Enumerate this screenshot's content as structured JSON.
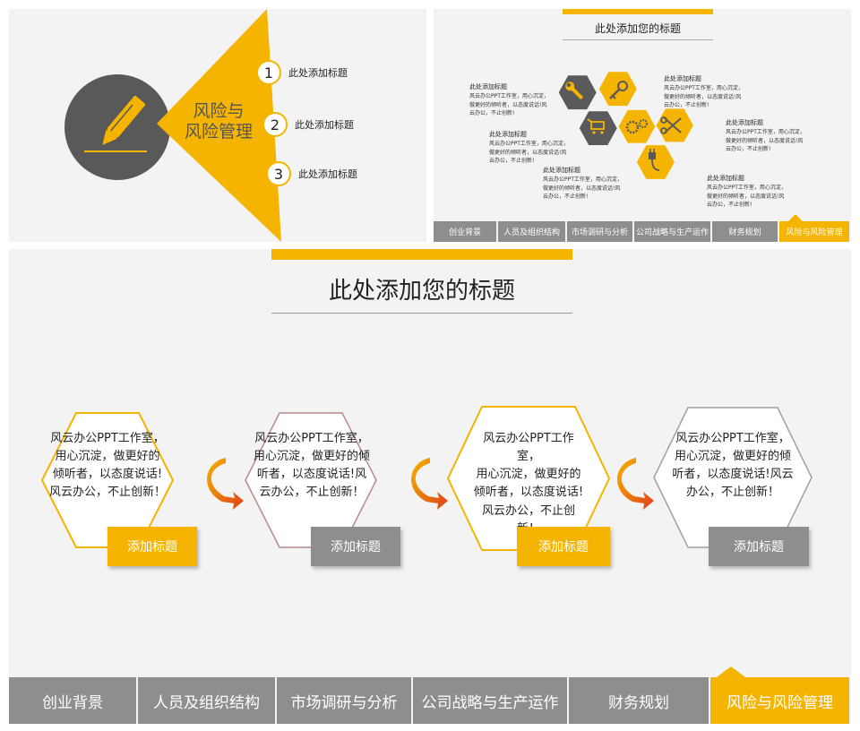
{
  "slide1": {
    "center_title_line1": "风险与",
    "center_title_line2": "风险管理",
    "items": [
      {
        "num": "1",
        "label": "此处添加标题"
      },
      {
        "num": "2",
        "label": "此处添加标题"
      },
      {
        "num": "3",
        "label": "此处添加标题"
      }
    ]
  },
  "slide2": {
    "title": "此处添加您的标题",
    "blocks": [
      {
        "title": "此处添加标题",
        "body": "风云办公PPT工作室，用心沉淀，做更好的倾听者，以态度说话!风云办公，不止创新!"
      },
      {
        "title": "此处添加标题",
        "body": "风云办公PPT工作室，用心沉淀，做更好的倾听者，以态度说话!风云办公，不止创新!"
      },
      {
        "title": "此处添加标题",
        "body": "风云办公PPT工作室，用心沉淀，做更好的倾听者，以态度说话!风云办公，不止创新!"
      },
      {
        "title": "此处添加标题",
        "body": "风云办公PPT工作室，用心沉淀，做更好的倾听者，以态度说话!风云办公，不止创新!"
      },
      {
        "title": "此处添加标题",
        "body": "风云办公PPT工作室，用心沉淀，做更好的倾听者，以态度说话!风云办公，不止创新!"
      },
      {
        "title": "此处添加标题",
        "body": "风云办公PPT工作室，用心沉淀，做更好的倾听者，以态度说话!风云办公，不止创新!"
      }
    ],
    "icons": [
      "wrench-icon",
      "key-icon",
      "cart-icon",
      "gears-icon",
      "scissors-icon",
      "plug-icon"
    ],
    "nav": [
      "创业背景",
      "人员及组织结构",
      "市场调研与分析",
      "公司战略与生产运作",
      "财务规划",
      "风险与风险管理"
    ],
    "active_nav": "风险与风险管理"
  },
  "slide3": {
    "title": "此处添加您的标题",
    "hexes": [
      {
        "lines": [
          "风云办公PPT工作室，",
          "用心沉淀，做更好的",
          "倾听者，以态度说话!",
          "风云办公，不止创新！"
        ],
        "button": "添加标题"
      },
      {
        "lines": [
          "风云办公PPT工作室，",
          "用心沉淀，做更好的倾",
          "听者，以态度说话!风",
          "云办公，不止创新！"
        ],
        "button": "添加标题"
      },
      {
        "lines": [
          "风云办公PPT工作",
          "室，",
          "用心沉淀，做更好的",
          "倾听者，以态度说话!",
          "风云办公，不止创",
          "新！"
        ],
        "button": "添加标题"
      },
      {
        "lines": [
          "风云办公PPT工作室，",
          "用心沉淀，做更好的倾",
          "听者，以态度说话!风云",
          "办公，不止创新！"
        ],
        "button": "添加标题"
      }
    ],
    "nav": [
      "创业背景",
      "人员及组织结构",
      "市场调研与分析",
      "公司战略与生产运作",
      "财务规划",
      "风险与风险管理"
    ],
    "active_nav": "风险与风险管理",
    "colors": {
      "accent": "#f5b400",
      "gray": "#8e8e8e",
      "dark": "#555555"
    }
  }
}
